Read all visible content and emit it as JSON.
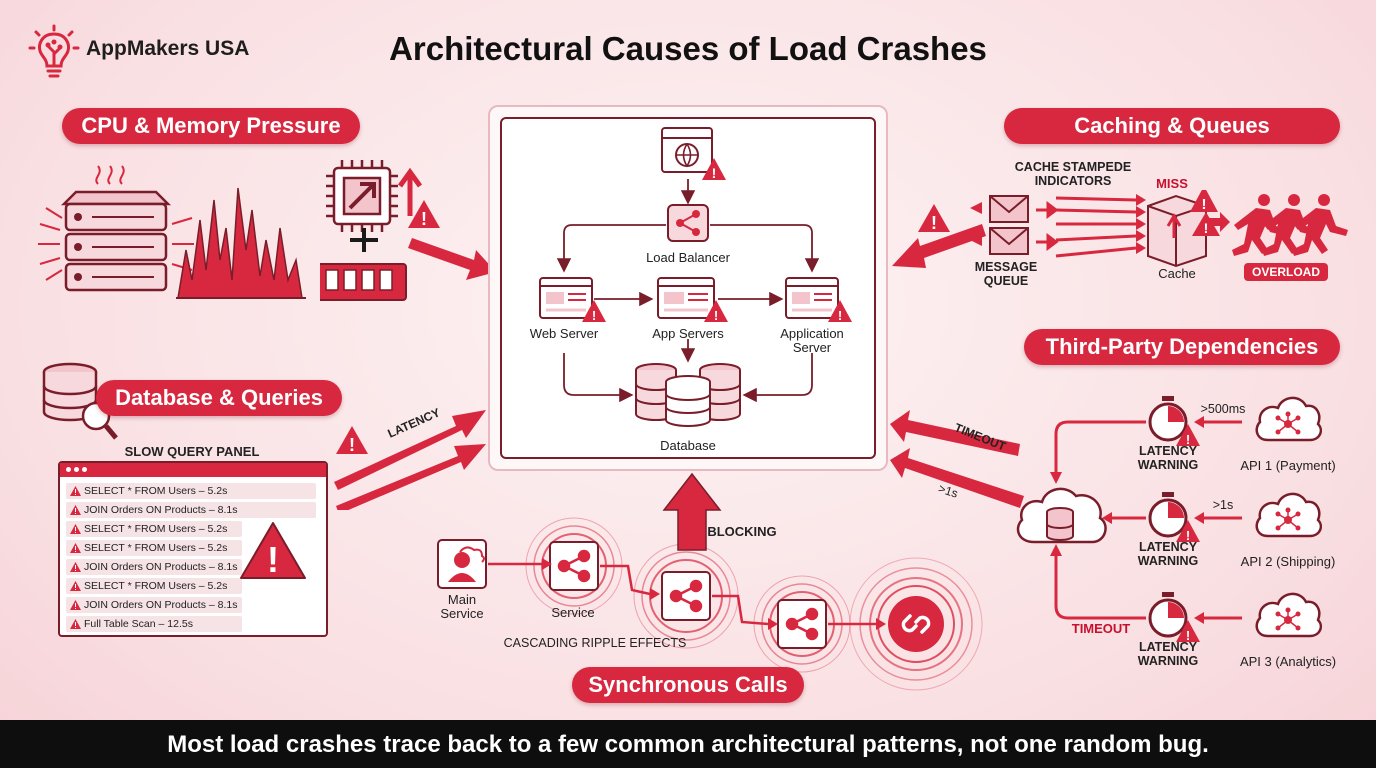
{
  "brand": {
    "name": "AppMakers USA"
  },
  "title": "Architectural Causes of Load Crashes",
  "footer": "Most load crashes trace back to a few common architectural patterns, not one random bug.",
  "sections": {
    "cpu": "CPU & Memory Pressure",
    "database": "Database & Queries",
    "caching": "Caching & Queues",
    "third_party": "Third-Party Dependencies",
    "sync": "Synchronous Calls"
  },
  "architecture": {
    "load_balancer": "Load Balancer",
    "web_server": "Web Server",
    "app_servers": "App Servers",
    "application_server_l1": "Application",
    "application_server_l2": "Server",
    "database": "Database"
  },
  "database_panel": {
    "heading": "SLOW QUERY PANEL",
    "latency": "LATENCY",
    "queries": [
      "SELECT * FROM Users – 5.2s",
      "JOIN Orders ON Products – 8.1s",
      "SELECT * FROM Users – 5.2s",
      "SELECT * FROM Users – 5.2s",
      "JOIN Orders ON Products – 8.1s",
      "SELECT * FROM Users – 5.2s",
      "JOIN Orders ON Products – 8.1s",
      "Full Table Scan – 12.5s"
    ]
  },
  "caching": {
    "stampede_l1": "CACHE STAMPEDE",
    "stampede_l2": "INDICATORS",
    "miss": "MISS",
    "queue_l1": "MESSAGE",
    "queue_l2": "QUEUE",
    "cache": "Cache",
    "overload": "OVERLOAD"
  },
  "third_party": {
    "timeout_top": "TIMEOUT",
    "gt1s_left": ">1s",
    "timeout_bottom": "TIMEOUT",
    "apis": [
      {
        "threshold": ">500ms",
        "warning_l1": "LATENCY",
        "warning_l2": "WARNING",
        "name": "API 1 (Payment)"
      },
      {
        "threshold": ">1s",
        "warning_l1": "LATENCY",
        "warning_l2": "WARNING",
        "name": "API 2 (Shipping)"
      },
      {
        "threshold": "",
        "warning_l1": "LATENCY",
        "warning_l2": "WARNING",
        "name": "API 3 (Analytics)"
      }
    ]
  },
  "sync": {
    "main_l1": "Main",
    "main_l2": "Service",
    "service": "Service",
    "blocking": "BLOCKING",
    "cascade": "CASCADING RIPPLE EFFECTS"
  },
  "colors": {
    "accent": "#d8283f",
    "dark": "#7a1d2a",
    "footer_bg": "#0e0e0e"
  }
}
